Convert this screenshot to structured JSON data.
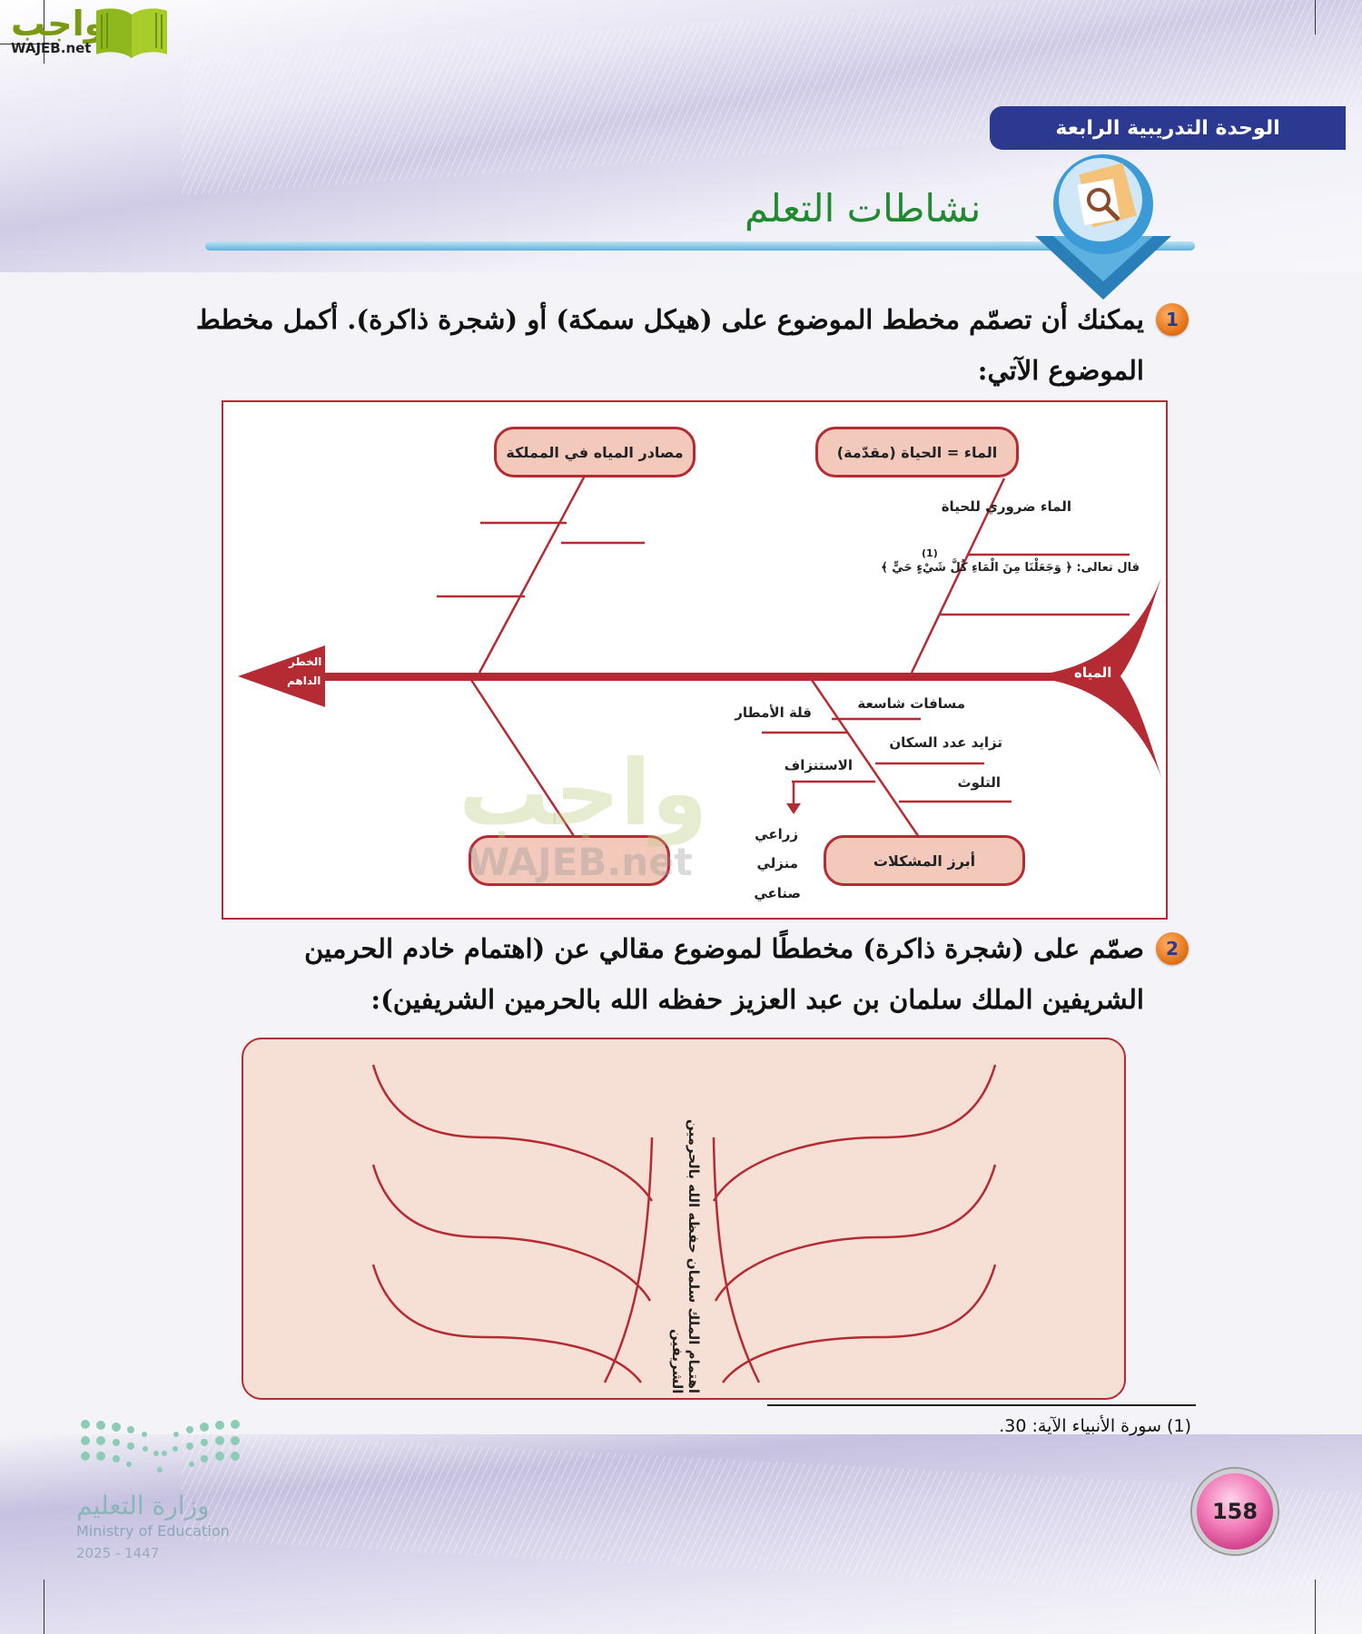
{
  "logo": {
    "arabic": "واجب",
    "english": "WAJEB.net"
  },
  "header": {
    "unit_title": "الوحدة التدريبية الرابعة",
    "section_title": "نشاطات التعلم",
    "emblem_icon": "folder-magnifier-icon"
  },
  "question1": {
    "number": "1",
    "text": "يمكنك أن تصمّم مخطط الموضوع على (هيكل سمكة) أو (شجرة ذاكرة). أكمل مخطط الموضوع الآتي:"
  },
  "fishbone": {
    "head_label": "المياه",
    "tail_label_line1": "الخطر",
    "tail_label_line2": "الداهم",
    "boxes": {
      "top_right": "الماء = الحياة (مقدّمة)",
      "top_left": "مصادر المياه في المملكة",
      "bottom_right": "أبرز المشكلات",
      "bottom_left": ""
    },
    "top_right_items": [
      "الماء ضروري للحياة",
      "قال تعالى: ﴿ وَجَعَلْنَا مِنَ الْمَاءِ كُلَّ شَيْءٍ حَيٍّ ﴾"
    ],
    "footnote_marker": "(1)",
    "bottom_right_items": [
      "مسافات شاسعة",
      "تزايد عدد السكان",
      "التلوث"
    ],
    "bottom_left_items": [
      "قلة الأمطار",
      "الاستنزاف"
    ],
    "depletion_types": [
      "زراعي",
      "منزلي",
      "صناعي"
    ]
  },
  "question2": {
    "number": "2",
    "text": "صمّم على (شجرة ذاكرة) مخططًا لموضوع مقالي عن (اهتمام خادم الحرمين الشريفين الملك سلمان بن عبد العزيز حفظه الله بالحرمين الشريفين):"
  },
  "memory_tree": {
    "trunk_label": "اهتمام الملك سلمان حفظه الله بالحرمين الشريفين"
  },
  "footnote": {
    "text": "(1) سورة الأنبياء الآية: 30."
  },
  "footer": {
    "page_number": "158",
    "ministry_ar": "وزارة التعليم",
    "ministry_en": "Ministry of Education",
    "year": "2025 - 1447"
  },
  "colors": {
    "diagram_red": "#b52b34",
    "pill_fill": "#f3c9bc",
    "tree_fill": "#f6e0d5",
    "unit_banner": "#2b3990",
    "section_title_green": "#1f8a2f",
    "badge_orange": "#e36d10",
    "page_badge_pink": "#f07ab7"
  }
}
